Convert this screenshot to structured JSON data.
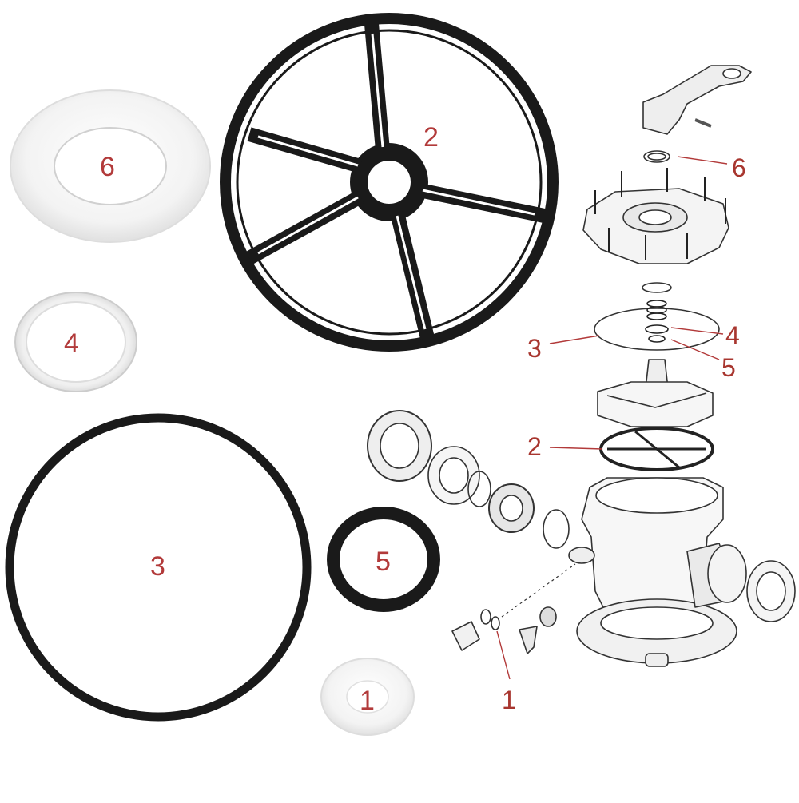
{
  "colors": {
    "gasket_black": "#1a1a1a",
    "part_white": "#f2f2f2",
    "label_red": "#b23a3a",
    "line_drawing": "#333333"
  },
  "parts": [
    {
      "id": "spider-gasket",
      "label": "2"
    },
    {
      "id": "white-washer-large",
      "label": "6"
    },
    {
      "id": "clear-ring",
      "label": "4"
    },
    {
      "id": "large-o-ring",
      "label": "3"
    },
    {
      "id": "small-o-ring",
      "label": "5"
    },
    {
      "id": "small-white-washer",
      "label": "1"
    }
  ],
  "callouts": [
    "6",
    "3",
    "4",
    "5",
    "2",
    "1"
  ]
}
